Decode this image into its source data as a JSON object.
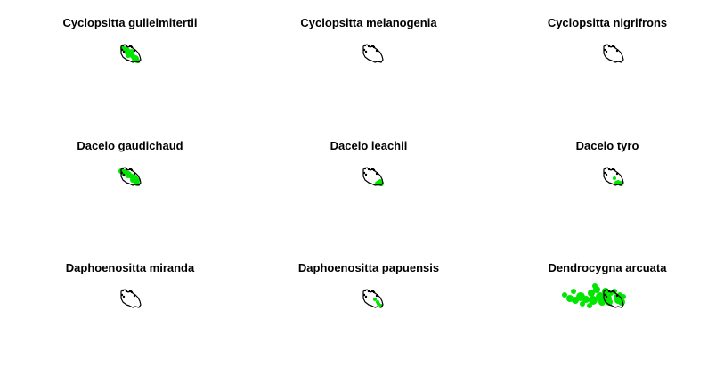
{
  "colors": {
    "background": "#ffffff",
    "outline": "#000000",
    "occurrence": "#00e600"
  },
  "panels": [
    {
      "title": "Cyclopsitta gulielmitertii",
      "distribution": "north-east, New Guinea and Cape York",
      "has_occurrences": true
    },
    {
      "title": "Cyclopsitta melanogenia",
      "distribution": "none shown",
      "has_occurrences": false
    },
    {
      "title": "Cyclopsitta nigrifrons",
      "distribution": "none shown",
      "has_occurrences": false
    },
    {
      "title": "Dacelo gaudichaud",
      "distribution": "north-east, New Guinea and Cape York",
      "has_occurrences": true
    },
    {
      "title": "Dacelo leachii",
      "distribution": "south-east corner",
      "has_occurrences": true
    },
    {
      "title": "Dacelo tyro",
      "distribution": "scattered south-east",
      "has_occurrences": true
    },
    {
      "title": "Daphoenositta miranda",
      "distribution": "none shown",
      "has_occurrences": false
    },
    {
      "title": "Daphoenositta papuensis",
      "distribution": "south-east corner",
      "has_occurrences": true
    },
    {
      "title": "Dendrocygna arcuata",
      "distribution": "wide band to the west and south",
      "has_occurrences": true
    }
  ]
}
